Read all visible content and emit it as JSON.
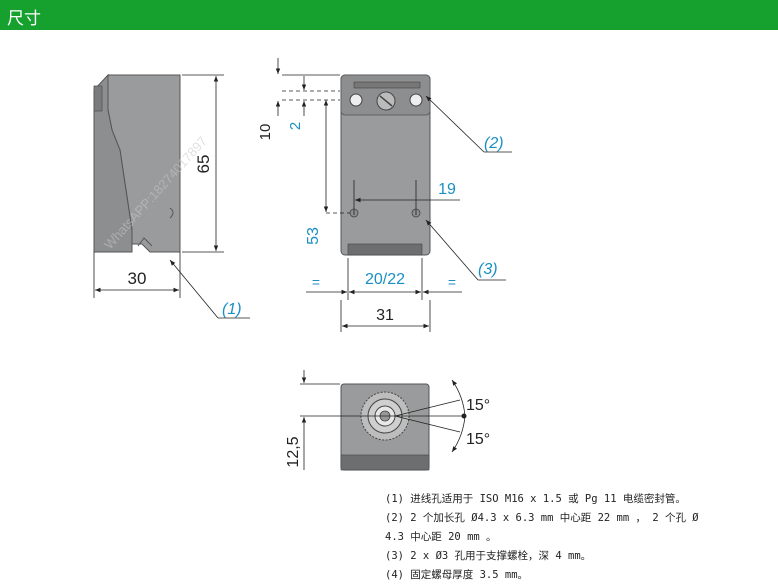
{
  "header": {
    "title": "尺寸",
    "bg_color": "#16a02e"
  },
  "dimensions": {
    "side_width": "30",
    "side_height": "65",
    "front_top_offset": "10",
    "front_small_offset": "2",
    "front_hole_height": "53",
    "front_hole_spacing": "19",
    "front_slot_width": "20/22",
    "front_total_width": "31",
    "equal_left": "=",
    "equal_right": "=",
    "top_depth": "12,5",
    "angle_top": "15°",
    "angle_bottom": "15°"
  },
  "callouts": {
    "c1": "(1)",
    "c2": "(2)",
    "c3": "(3)"
  },
  "watermark": "WhatsAPP:18274017897",
  "notes": [
    "(1) 进线孔适用于 ISO M16 x 1.5 或 Pg 11 电缆密封管。",
    "(2) 2 个加长孔 Ø4.3 x 6.3 mm 中心距 22 mm ， 2 个孔 Ø",
    "4.3 中心距 20 mm 。",
    "(3) 2 x Ø3 孔用于支撑螺栓，深 4 mm。",
    "(4) 固定螺母厚度 3.5 mm。"
  ],
  "colors": {
    "body_fill": "#9a9b9d",
    "body_dark": "#6d6e70",
    "dim_blue": "#1a8fc4",
    "line": "#222222"
  }
}
